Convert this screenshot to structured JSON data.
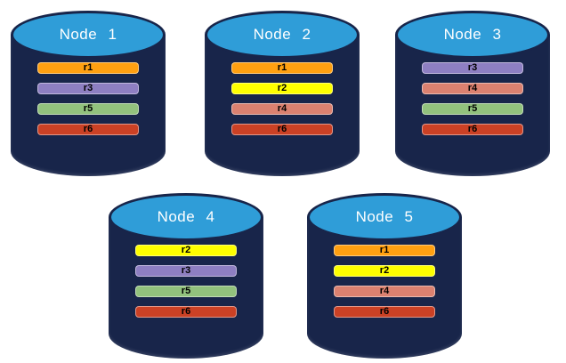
{
  "diagram": {
    "description": "Five database node cylinders holding colored replica bars",
    "nodes": [
      {
        "label": "Node 1",
        "replicas": [
          "r1",
          "r3",
          "r5",
          "r6"
        ]
      },
      {
        "label": "Node 2",
        "replicas": [
          "r1",
          "r2",
          "r4",
          "r6"
        ]
      },
      {
        "label": "Node 3",
        "replicas": [
          "r3",
          "r4",
          "r5",
          "r6"
        ]
      },
      {
        "label": "Node 4",
        "replicas": [
          "r2",
          "r3",
          "r5",
          "r6"
        ]
      },
      {
        "label": "Node 5",
        "replicas": [
          "r1",
          "r2",
          "r4",
          "r6"
        ]
      }
    ],
    "replica_colors": {
      "r1": "#FFA011",
      "r2": "#FFFF00",
      "r3": "#8E7FC2",
      "r4": "#DB8170",
      "r5": "#92C27D",
      "r6": "#CB4125"
    },
    "colors": {
      "cylinder_body": "#18254A",
      "cylinder_top": "#2F9DD8",
      "cylinder_outline": "#18254A",
      "node_label_text": "#FFFFFF",
      "replica_label_text": "#000000",
      "background": "#FFFFFF"
    }
  }
}
